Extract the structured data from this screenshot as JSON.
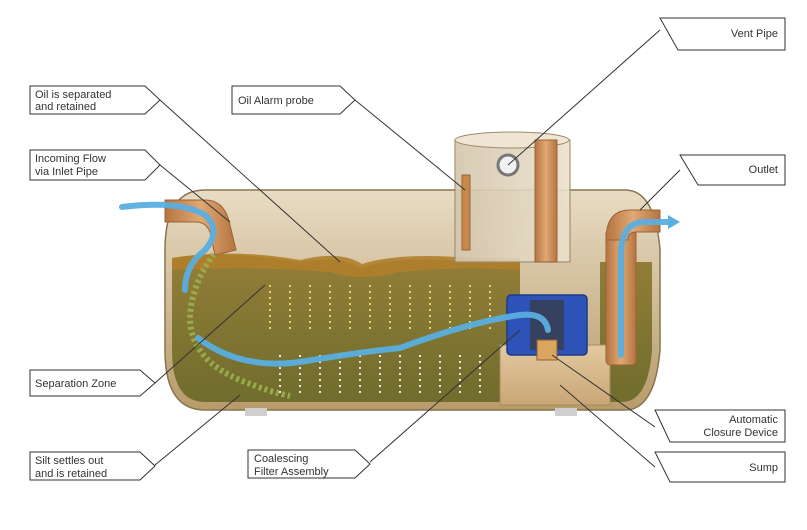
{
  "labels": {
    "vent_pipe": "Vent Pipe",
    "oil_separated_1": "Oil is separated",
    "oil_separated_2": "and retained",
    "oil_alarm": "Oil Alarm probe",
    "incoming_1": "Incoming Flow",
    "incoming_2": "via Inlet Pipe",
    "outlet": "Outlet",
    "separation_zone": "Separation Zone",
    "automatic_1": "Automatic",
    "automatic_2": "Closure Device",
    "silt_1": "Silt settles out",
    "silt_2": "and is retained",
    "coalescing_1": "Coalescing",
    "coalescing_2": "Filter Assembly",
    "sump": "Sump"
  },
  "colors": {
    "tank_shell": "#d9c7a6",
    "tank_upper": "#cdb58d",
    "liquid": "#8b7a3a",
    "oil_layer": "#a37a2a",
    "flow_arrow": "#5aaee0",
    "filter": "#2b4fb0",
    "pipe": "#c98a52",
    "sump": "#d8b98a",
    "label_border": "#333333"
  }
}
